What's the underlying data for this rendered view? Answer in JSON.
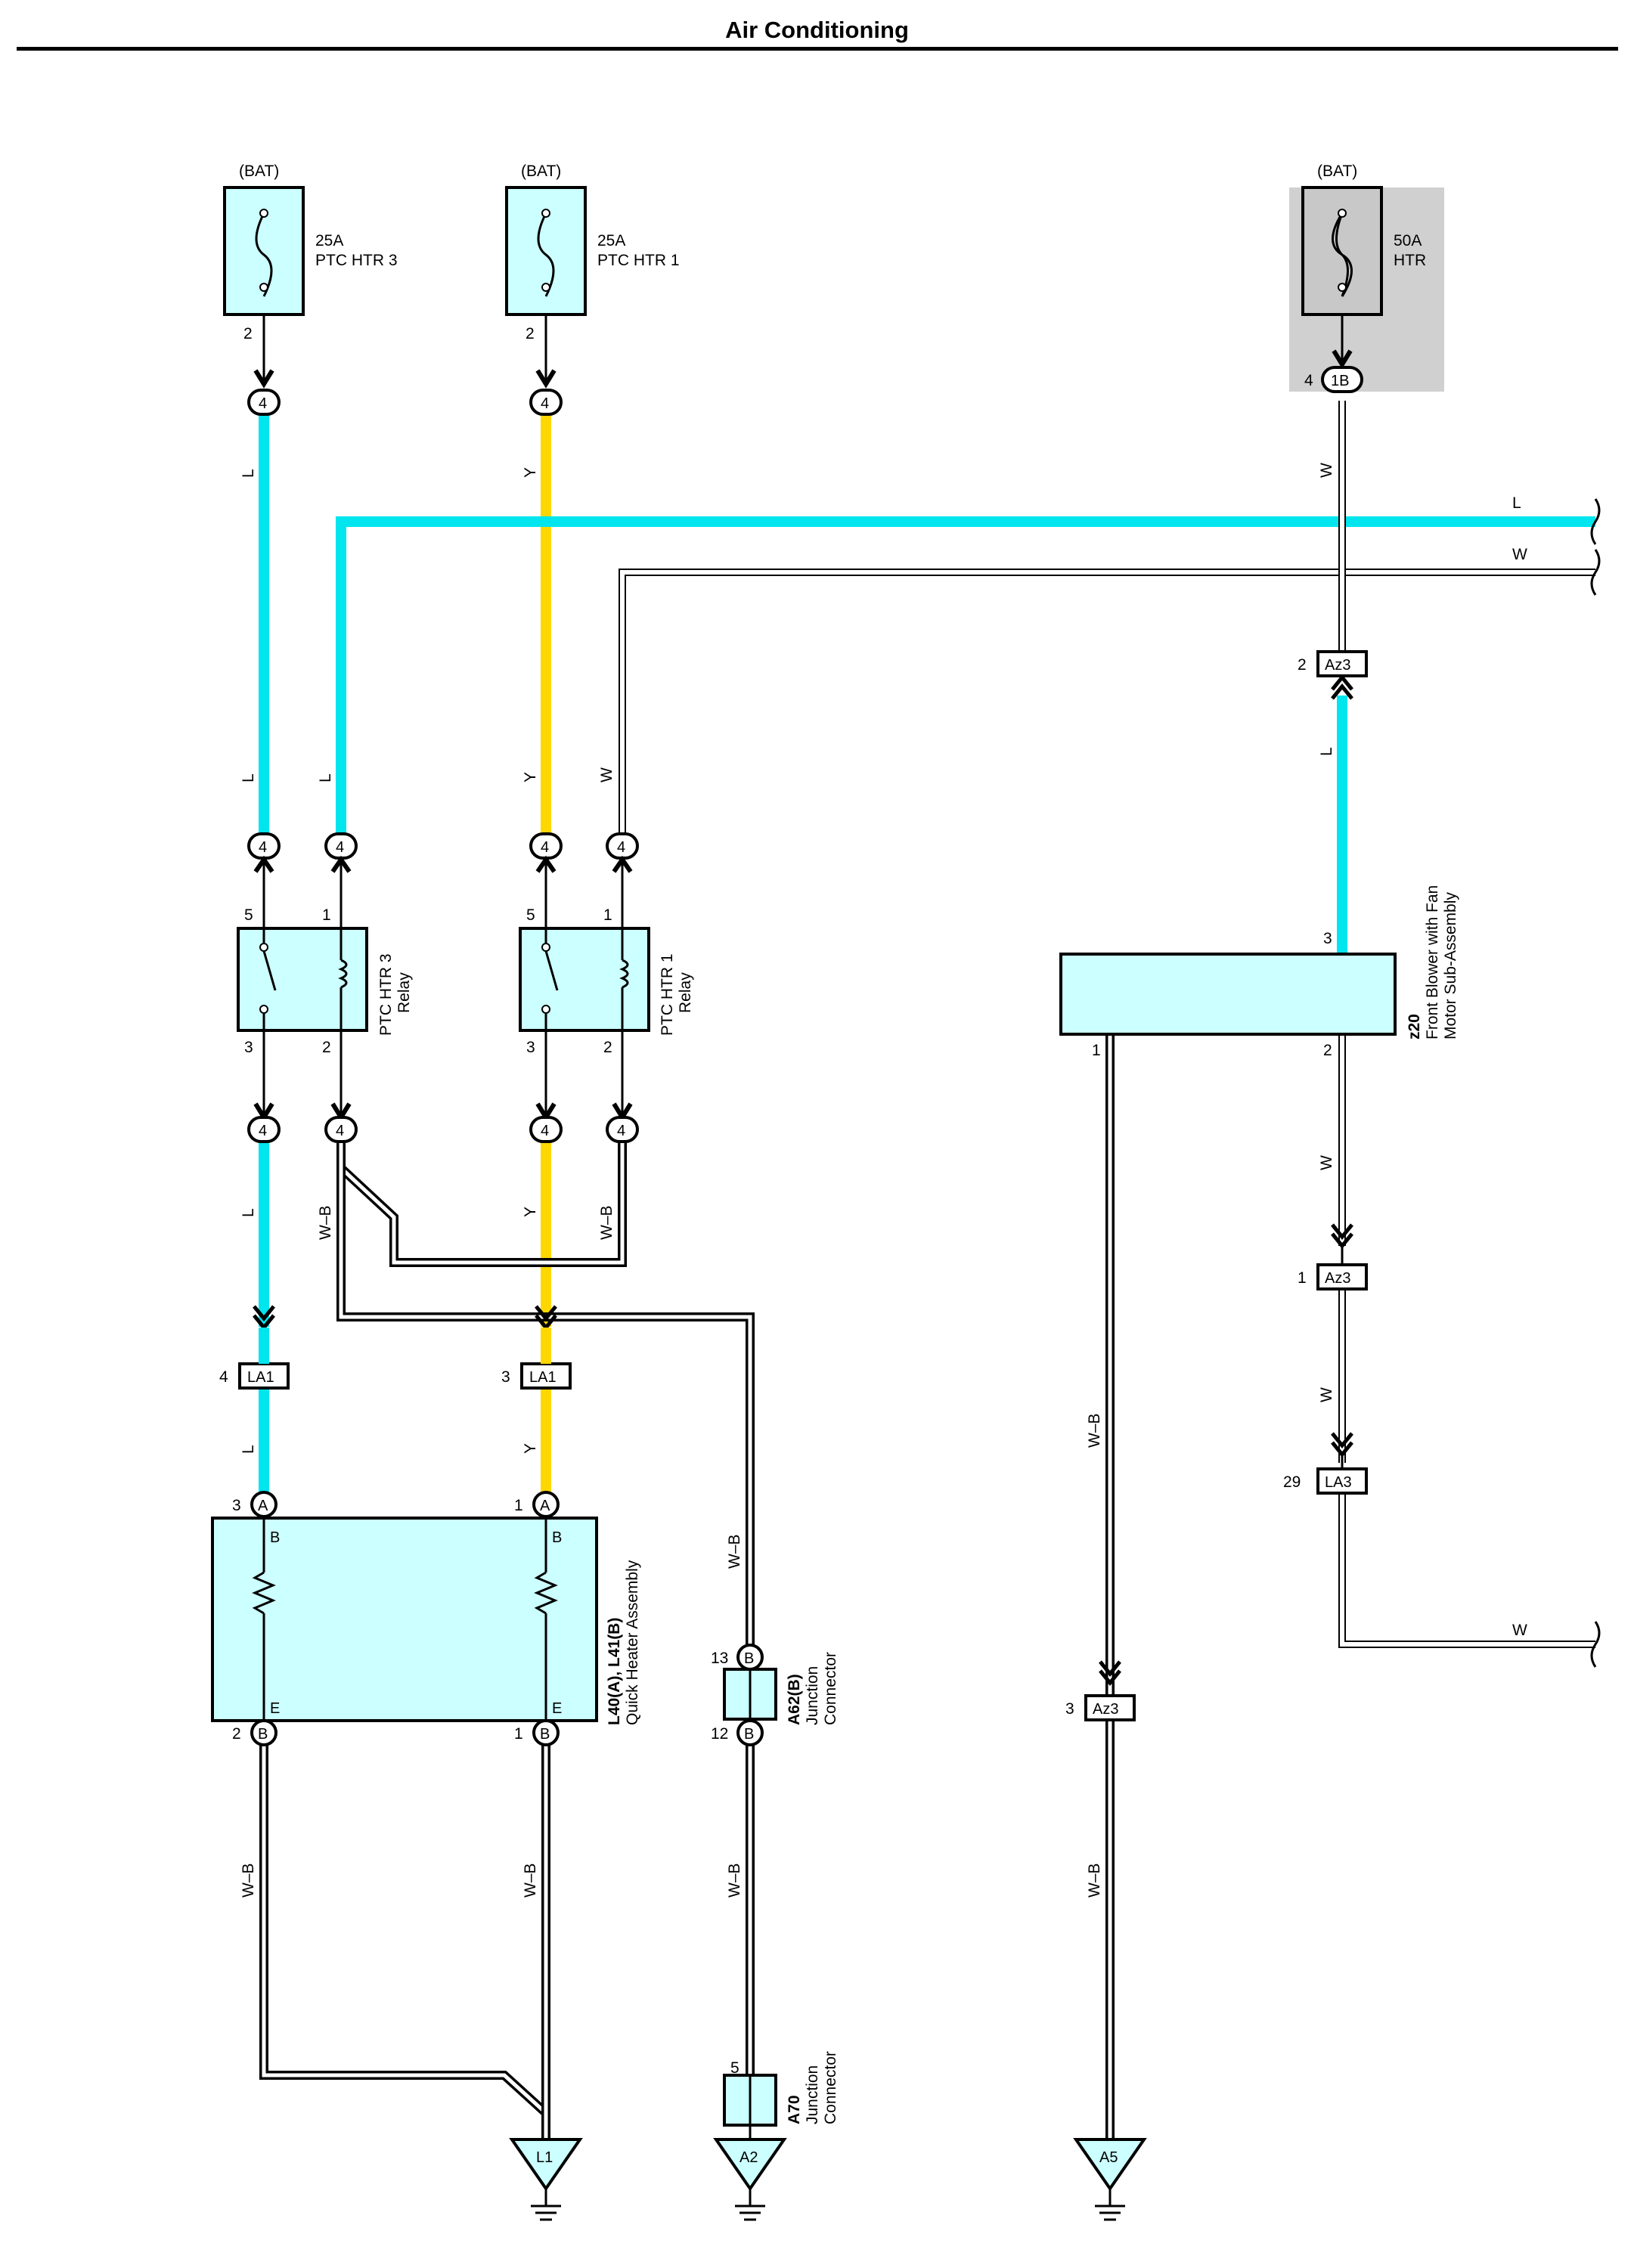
{
  "header": {
    "title": "Air Conditioning"
  },
  "colors": {
    "wire_L": "#00e5ee",
    "wire_Y": "#ffd700",
    "component_fill": "#ccffff",
    "fuse_htr_fill": "#c8c8c8",
    "fuse_htr_bg": "#d0d0d0"
  },
  "fuses": [
    {
      "id": "fuse-ptc-htr-3",
      "source": "(BAT)",
      "rating": "25A",
      "name": "PTC HTR 3",
      "pin": "2",
      "connector": "4"
    },
    {
      "id": "fuse-ptc-htr-1",
      "source": "(BAT)",
      "rating": "25A",
      "name": "PTC HTR 1",
      "pin": "2",
      "connector": "4"
    },
    {
      "id": "fuse-htr",
      "source": "(BAT)",
      "rating": "50A",
      "name": "HTR",
      "pin": "4",
      "connector": "1B"
    }
  ],
  "relays": [
    {
      "id": "ptc-htr-3-relay",
      "name_line1": "PTC HTR 3",
      "name_line2": "Relay",
      "pin_top_left": "5",
      "pin_top_right": "1",
      "pin_bottom_left": "3",
      "pin_bottom_right": "2",
      "connector": "4"
    },
    {
      "id": "ptc-htr-1-relay",
      "name_line1": "PTC HTR 1",
      "name_line2": "Relay",
      "pin_top_left": "5",
      "pin_top_right": "1",
      "pin_bottom_left": "3",
      "pin_bottom_right": "2",
      "connector": "4"
    }
  ],
  "wires": {
    "L": "L",
    "Y": "Y",
    "W": "W",
    "WB": "W–B"
  },
  "connectors": {
    "la1": "LA1",
    "la1_pin_left": "4",
    "la1_pin_right": "3",
    "az3": "Az3",
    "az3_pin_top": "2",
    "az3_pin_mid": "1",
    "az3_pin_lower": "3",
    "la3": "LA3",
    "la3_pin": "29",
    "a": "A",
    "b": "B",
    "a_pin_left": "3",
    "a_pin_right": "1",
    "b_pin_left": "2",
    "b_pin_right": "1",
    "a62_pin_top": "13",
    "a62_pin_bottom": "12",
    "a70_pin": "5"
  },
  "quick_heater": {
    "code": "L40(A), L41(B)",
    "name": "Quick Heater Assembly",
    "terminal_top": "B",
    "terminal_bottom": "E"
  },
  "blower": {
    "code": "z20",
    "name_line1": "Front Blower with Fan",
    "name_line2": "Motor Sub-Assembly",
    "pin_3": "3",
    "pin_1": "1",
    "pin_2": "2"
  },
  "junction_a62": {
    "code": "A62(B)",
    "name_line1": "Junction",
    "name_line2": "Connector"
  },
  "junction_a70": {
    "code": "A70",
    "name_line1": "Junction",
    "name_line2": "Connector"
  },
  "grounds": [
    "L1",
    "A2",
    "A5"
  ]
}
